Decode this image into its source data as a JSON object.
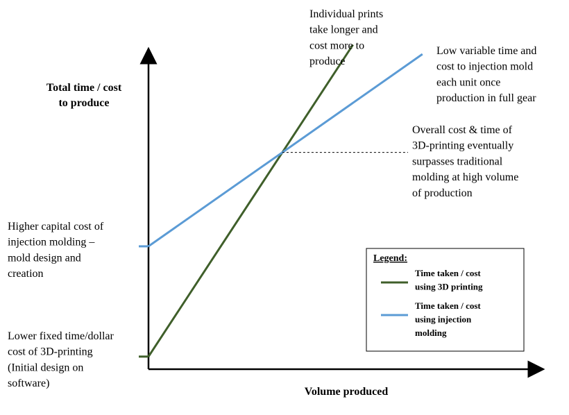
{
  "chart_data": {
    "type": "line",
    "xlabel": "Volume produced",
    "ylabel": [
      "Total time / cost",
      "to produce"
    ],
    "xlim": [
      0,
      100
    ],
    "ylim": [
      0,
      100
    ],
    "grid": false,
    "legend_position": "bottom-right",
    "legend_title": "Legend:",
    "colors": {
      "series_3d": "#3f5f2a",
      "series_injection": "#5b9bd5",
      "axis": "#000000"
    },
    "series": [
      {
        "key": "series_3d",
        "name": [
          "Time taken / cost",
          "using 3D printing"
        ],
        "x": [
          0,
          53
        ],
        "y": [
          4,
          103
        ]
      },
      {
        "key": "series_injection",
        "name": [
          "Time taken / cost",
          "using injection",
          "molding"
        ],
        "x": [
          0,
          71
        ],
        "y": [
          39,
          100
        ]
      }
    ],
    "annotations": {
      "top_left_prints": [
        "Individual prints",
        "take longer and",
        "cost more to",
        "produce"
      ],
      "top_right_injection": [
        "Low variable time and",
        "cost to injection mold",
        "each unit once",
        "production in full gear"
      ],
      "intersection_note": [
        "Overall cost & time of",
        "3D-printing eventually",
        "surpasses traditional",
        "molding at high volume",
        "of production"
      ],
      "capital_cost": [
        "Higher capital cost of",
        "injection molding –",
        "mold design and",
        "creation"
      ],
      "fixed_cost": [
        "Lower fixed time/dollar",
        "cost of 3D-printing",
        "(Initial design on",
        "software)"
      ]
    }
  }
}
